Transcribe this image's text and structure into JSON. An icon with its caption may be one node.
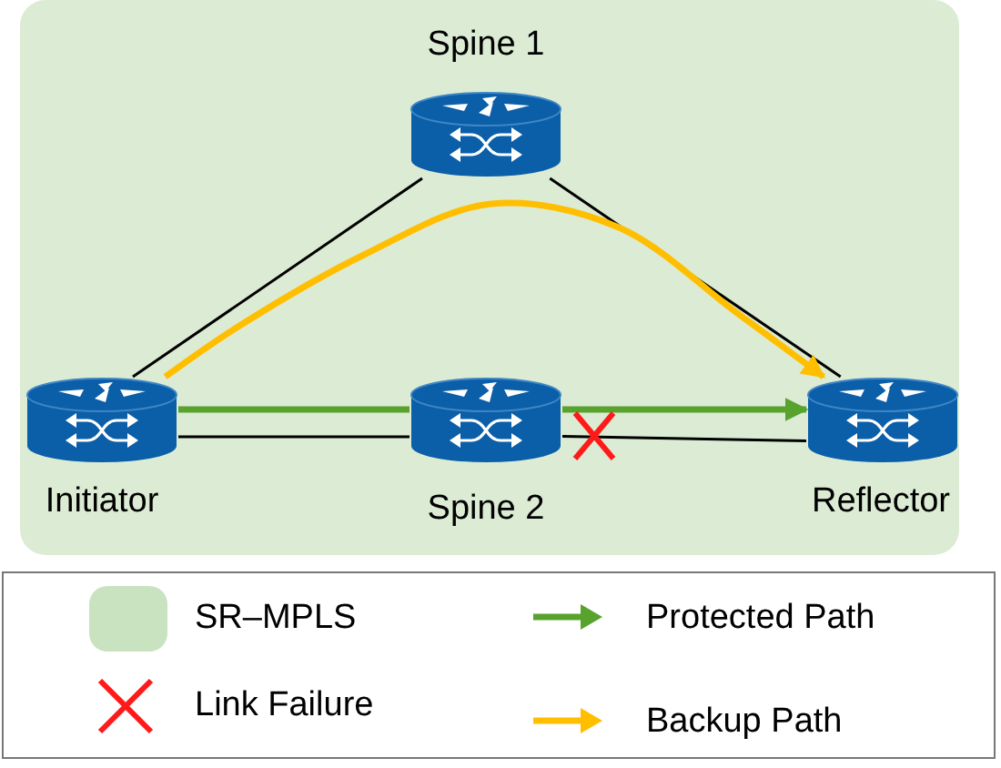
{
  "diagram": {
    "nodes": [
      {
        "text": [],
        "shape": "box"
      },
      {
        "text": [
          "Spine 1"
        ],
        "in": 0
      },
      {
        "text": [
          "Initiator"
        ],
        "in": 0
      },
      {
        "text": [
          "Spine 2"
        ],
        "in": 0
      },
      {
        "text": [
          "Reflector"
        ],
        "in": 0
      }
    ],
    "edges": [
      {
        "from": 2,
        "to": 1,
        "arrow": "none"
      },
      {
        "from": 1,
        "to": 4,
        "arrow": "none"
      },
      {
        "from": 2,
        "to": 3,
        "arrow": "none"
      },
      {
        "from": 3,
        "to": 4,
        "arrow": "none"
      },
      {
        "from": 2,
        "to": 3,
        "arrow": "none",
        "style": "thick",
        "color": "#58a22e"
      },
      {
        "from": 3,
        "to": 4,
        "arrow": "to",
        "style": "thick",
        "color": "#58a22e"
      },
      {
        "from": 2,
        "to": 4,
        "arrow": "to",
        "style": "thick",
        "color": "#ffbf00"
      }
    ],
    "legend": [
      {
        "text": "SR–MPLS",
        "color": "#c9e2c0"
      },
      {
        "text": "Protected Path"
      },
      {
        "text": "Link Failure"
      },
      {
        "text": "Backup Path"
      }
    ]
  }
}
